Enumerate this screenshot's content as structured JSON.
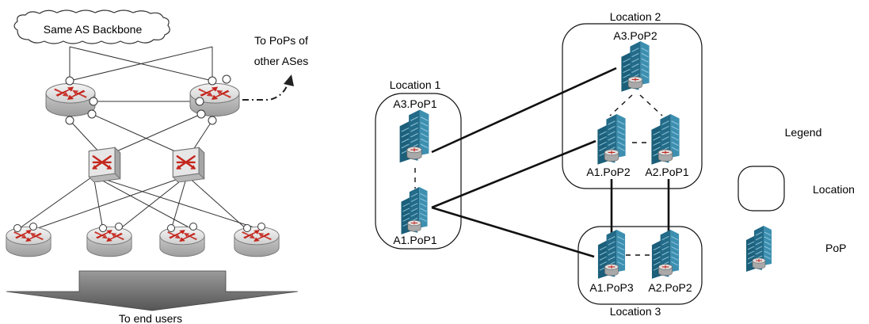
{
  "left": {
    "cloud_label": "Same AS Backbone",
    "to_pops_label_line1": "To PoPs of",
    "to_pops_label_line2": "other ASes",
    "bottom_label": "To end users"
  },
  "right": {
    "locations": [
      {
        "label": "Location 1"
      },
      {
        "label": "Location 2"
      },
      {
        "label": "Location 3"
      }
    ],
    "pops": [
      {
        "label": "A3.PoP1"
      },
      {
        "label": "A1.PoP1"
      },
      {
        "label": "A3.PoP2"
      },
      {
        "label": "A1.PoP2"
      },
      {
        "label": "A2.PoP1"
      },
      {
        "label": "A1.PoP3"
      },
      {
        "label": "A2.PoP2"
      }
    ],
    "legend": {
      "title": "Legend",
      "location_label": "Location",
      "pop_label": "PoP"
    }
  },
  "colors": {
    "pop_dark": "#1b5f7a",
    "pop_light": "#3d8fb0",
    "router_arrow": "#c4261d",
    "device_gray": "#d4d4d4"
  }
}
